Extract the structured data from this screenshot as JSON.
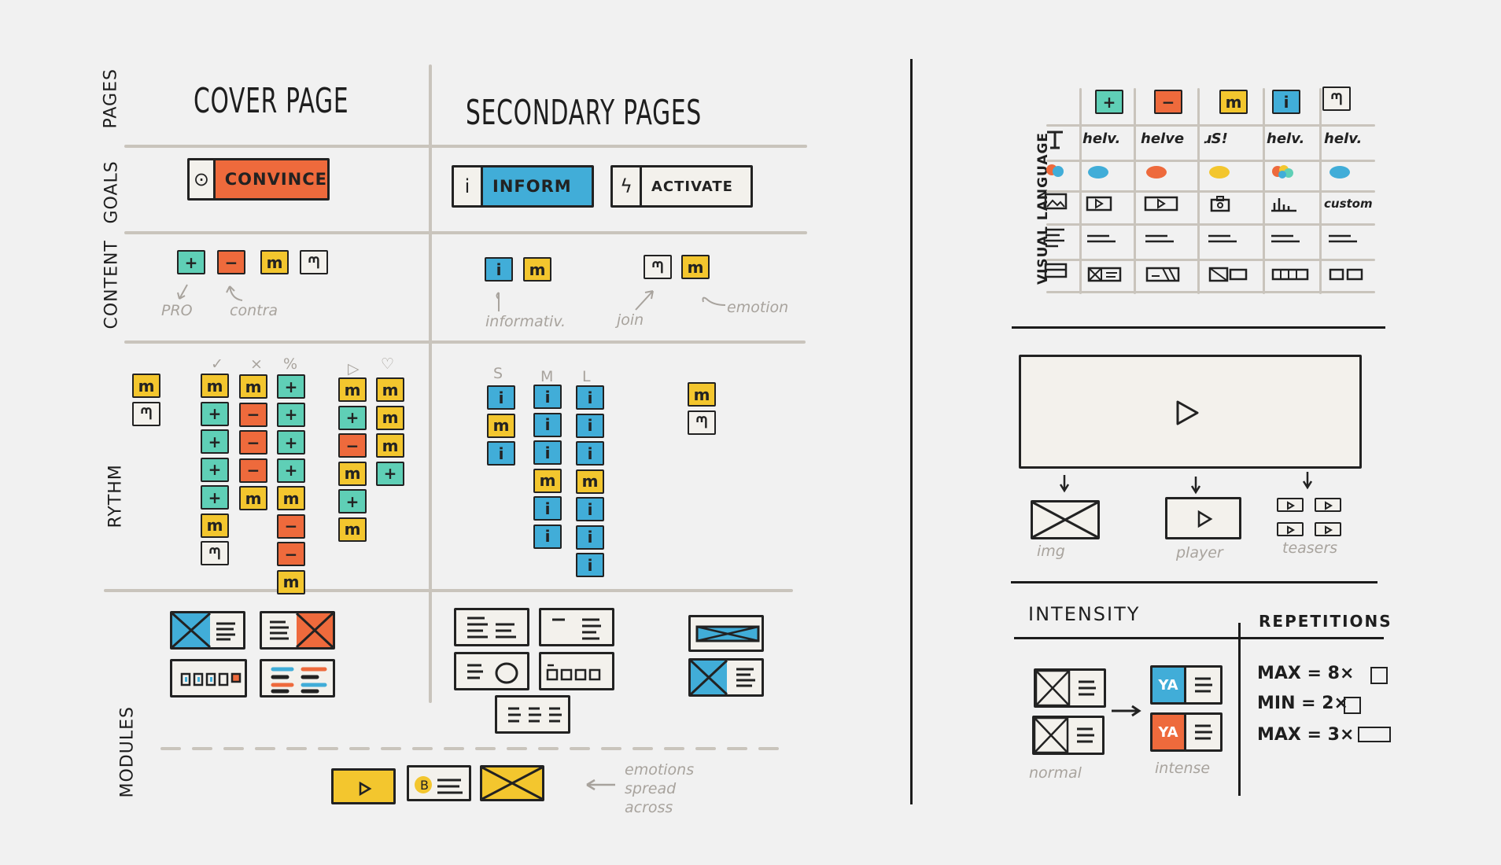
{
  "headers": {
    "cover": "COVER PAGE",
    "secondary": "SECONDARY PAGES"
  },
  "row_labels": {
    "pages": "PAGES",
    "goals": "GOALS",
    "content": "CONTENT",
    "rythm": "RYTHM",
    "modules": "MODULES"
  },
  "goals": {
    "convince": "CONVINCE",
    "inform": "INFORM",
    "activate": "ACTIVATE"
  },
  "content_notes": {
    "pro": "PRO",
    "contra": "contra",
    "informativ": "informativ.",
    "join": "join",
    "emotion": "emotion"
  },
  "rythm_marks": {
    "cover_1": "✓",
    "cover_2": "×",
    "cover_3": "%",
    "cover_4": "▷",
    "cover_5": "♡",
    "sec_1": "S",
    "sec_2": "M",
    "sec_3": "L"
  },
  "modules_note": {
    "line1": "emotions",
    "line2": "spread",
    "line3": "across"
  },
  "visual_language": {
    "label": "VISUAL LANGUAGE",
    "fonts": [
      "helv.",
      "helve",
      "ɹS!",
      "helv.",
      "helv."
    ],
    "last_icon": "custom"
  },
  "media_notes": {
    "img": "img",
    "player": "player",
    "teasers": "teasers"
  },
  "intensity": {
    "title": "INTENSITY",
    "normal": "normal",
    "intense": "intense",
    "badge": "YA"
  },
  "repetitions": {
    "title": "REPETITIONS",
    "max1": "MAX = 8×",
    "min": "MIN = 2×",
    "max2": "MAX = 3×"
  },
  "icons": {
    "plus": "+",
    "minus": "−",
    "m": "m",
    "wave": "ᘉ",
    "info": "i"
  },
  "colors": {
    "teal": "#5fcfb6",
    "orange": "#ee6a3c",
    "yellow": "#f3c62e",
    "blue": "#41add8",
    "paper": "#f3f1ec"
  }
}
